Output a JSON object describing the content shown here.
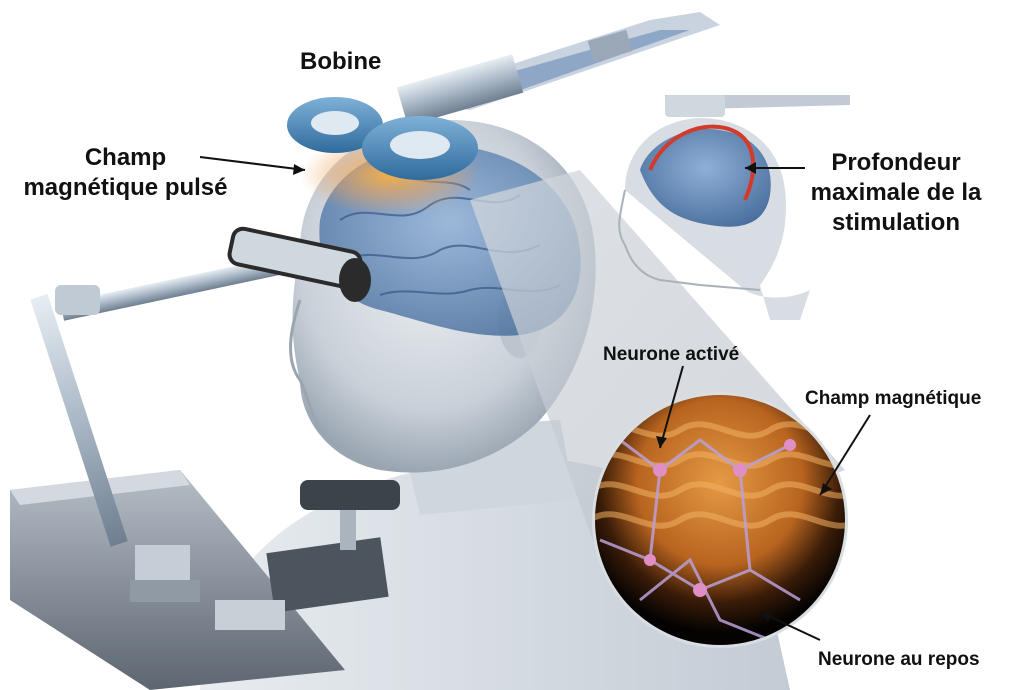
{
  "labels": {
    "coil": "Bobine",
    "pulsed_field": [
      "Champ",
      "magnétique pulsé"
    ],
    "max_depth": [
      "Profondeur",
      "maximale de la",
      "stimulation"
    ],
    "active_neuron": "Neurone activé",
    "magnetic_field": "Champ magnétique",
    "resting_neuron": "Neurone au repos"
  },
  "colors": {
    "coil": "#3f7fb0",
    "brain_blue": "#5f86b8",
    "depth_arc": "#d23b2b",
    "field_orange": "#d9782a",
    "neuron_pink": "#d98ac0",
    "apparatus_metal": "#a9b7c6"
  }
}
